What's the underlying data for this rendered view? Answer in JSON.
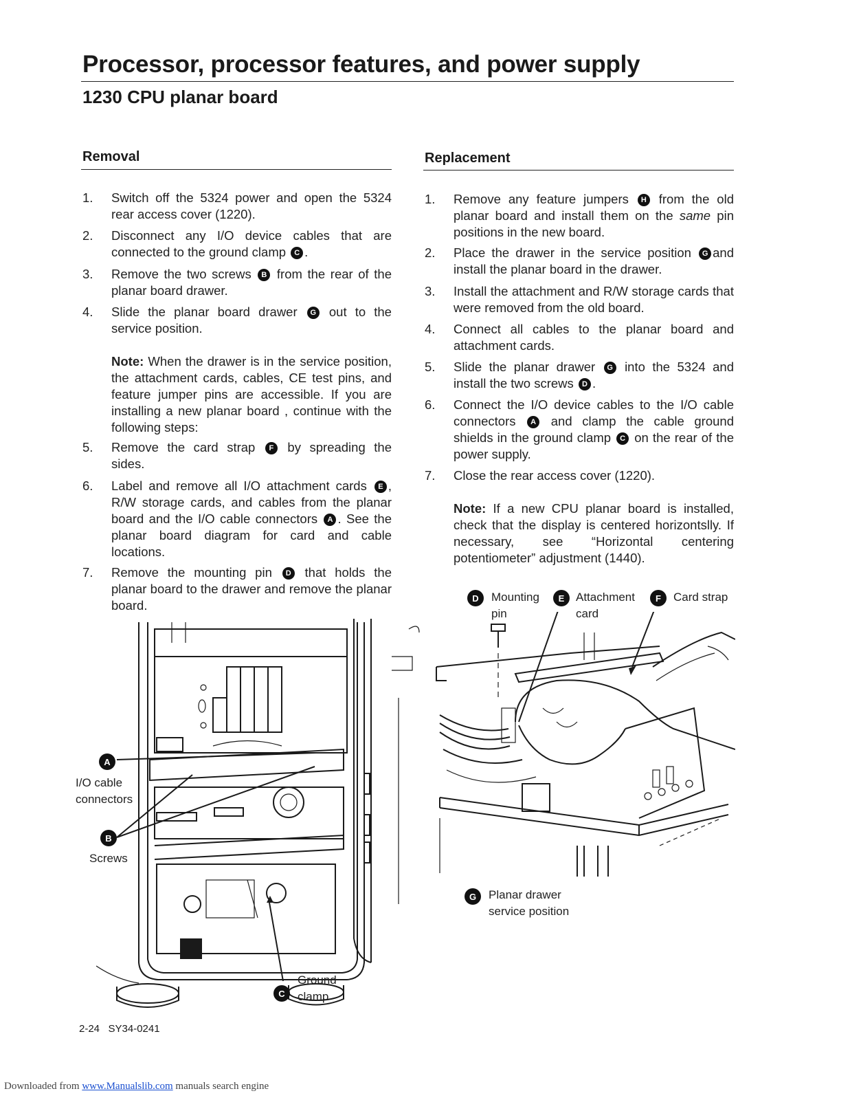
{
  "title": "Processor, processor features, and power supply",
  "subtitle": "1230 CPU planar board",
  "removal": {
    "heading": "Removal",
    "steps": [
      {
        "num": "1.",
        "parts": [
          "Switch off the 5324 power and open the 5324 rear access cover (1220)."
        ]
      },
      {
        "num": "2.",
        "parts": [
          "Disconnect any I/O device cables that are connected to the ground clamp ",
          "."
        ]
      },
      {
        "num": "3.",
        "parts": [
          "Remove the two screws ",
          " from the rear of the planar board drawer."
        ]
      },
      {
        "num": "4.",
        "parts": [
          "Slide the planar board drawer ",
          " out to the service position."
        ]
      },
      {
        "num": "5.",
        "parts": [
          "Remove the card strap ",
          " by spreading the sides."
        ]
      },
      {
        "num": "6.",
        "parts": [
          "Label and remove all I/O attachment cards ",
          ", R/W storage cards, and cables from the planar board and the I/O cable connectors ",
          ". See the planar board diagram for card and cable locations."
        ]
      },
      {
        "num": "7.",
        "parts": [
          "Remove the mounting pin ",
          " that holds the planar board to the drawer and remove the planar board."
        ]
      }
    ],
    "note": {
      "label": "Note:",
      "text": " When the drawer is in the service position, the attachment cards, cables, CE test pins, and feature jumper pins are accessible. If you are installing a new planar board , continue with the following steps:"
    }
  },
  "replacement": {
    "heading": "Replacement",
    "steps": [
      {
        "num": "1.",
        "parts": [
          "Remove any feature jumpers ",
          " from the old planar board and install them",
          " on the ",
          "same",
          " pin positions in the new board."
        ]
      },
      {
        "num": "2.",
        "parts": [
          "Place the drawer in the service position ",
          "and install the planar board in the drawer."
        ]
      },
      {
        "num": "3.",
        "parts": [
          "Install the attachment and R/W storage cards that were removed from the old board."
        ]
      },
      {
        "num": "4.",
        "parts": [
          "Connect all cables to the planar board and attachment cards."
        ]
      },
      {
        "num": "5.",
        "parts": [
          "Slide the planar drawer ",
          " into the 5324 and install the two screws ",
          "."
        ]
      },
      {
        "num": "6.",
        "parts": [
          "Connect the I/O device cables to the I/O cable connectors ",
          " and clamp the cable ground shields in the ground clamp ",
          " on the rear of the power supply."
        ]
      },
      {
        "num": "7.",
        "parts": [
          "Close the rear access cover (1220)."
        ]
      }
    ],
    "note": {
      "label": "Note:",
      "text": " If a new CPU planar board is installed, check that the display is centered horizontslly. If necessary, see “Horizontal centering potentiometer” adjustment (1440)."
    }
  },
  "badges": {
    "A": "A",
    "B": "B",
    "C": "C",
    "D": "D",
    "E": "E",
    "F": "F",
    "G": "G",
    "H": "H"
  },
  "figure_left": {
    "io_label_1": "I/O cable",
    "io_label_2": "connectors",
    "screws_label": "Screws",
    "ground_label_1": "Ground",
    "ground_label_2": "clamp"
  },
  "figure_right": {
    "mounting_1": "Mounting",
    "mounting_2": "pin",
    "attachment_1": "Attachment",
    "attachment_2": "card",
    "card_strap": "Card strap",
    "drawer_1": "Planar drawer",
    "drawer_2": "service position"
  },
  "footer": {
    "page_code": "2-24   SY34-0241",
    "downloaded_prefix": "Downloaded from ",
    "link_text": "www.Manualslib.com",
    "downloaded_suffix": " manuals search engine"
  }
}
